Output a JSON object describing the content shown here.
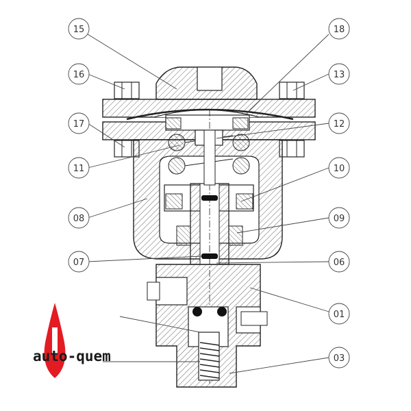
{
  "callouts": {
    "c15": "15",
    "c18": "18",
    "c16": "16",
    "c13": "13",
    "c17": "17",
    "c12": "12",
    "c11": "11",
    "c10": "10",
    "c08": "08",
    "c09": "09",
    "c07": "07",
    "c06": "06",
    "c01": "01",
    "c03": "03"
  },
  "logo": {
    "text": "auto-quem",
    "flame_color": "#e31b23"
  }
}
